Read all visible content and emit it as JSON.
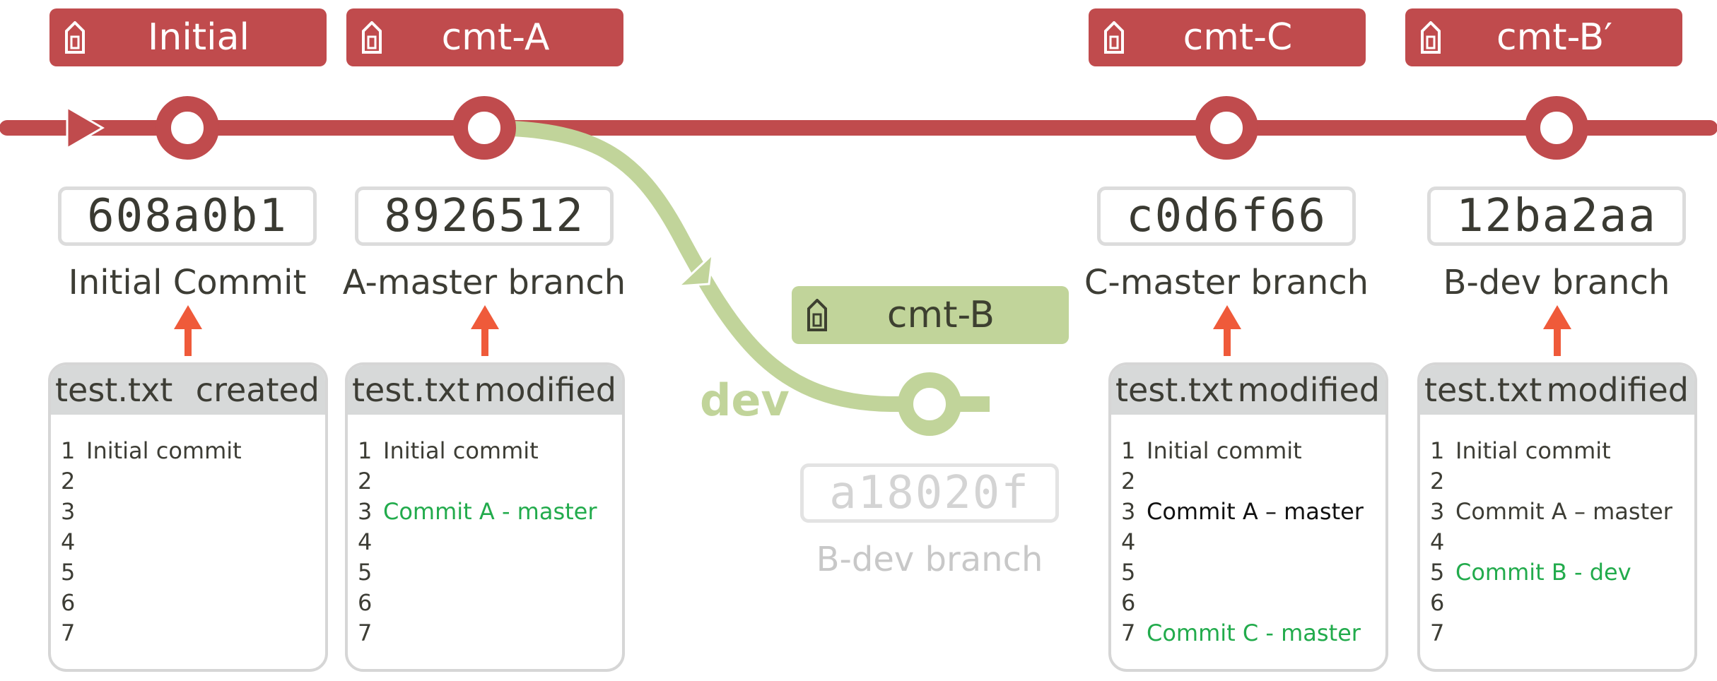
{
  "colors": {
    "master": "#c04b4d",
    "dev": "#c1d49a",
    "arrow": "#ef5a3a",
    "added_line": "#22ab4c"
  },
  "icons": {
    "tag": "tag-icon",
    "pointer": "up-arrow-icon"
  },
  "tags": [
    {
      "label": "Initial"
    },
    {
      "label": "cmt-A"
    },
    {
      "label": "cmt-C"
    },
    {
      "label": "cmt-B′"
    },
    {
      "label": "cmt-B"
    }
  ],
  "branch_label": "dev",
  "commits": [
    {
      "hash": "608a0b1",
      "label": "Initial Commit"
    },
    {
      "hash": "8926512",
      "label": "A-master branch"
    },
    {
      "hash": "a18020f",
      "label": "B-dev branch"
    },
    {
      "hash": "c0d6f66",
      "label": "C-master branch"
    },
    {
      "hash": "12ba2aa",
      "label": "B-dev branch"
    }
  ],
  "files": [
    {
      "name": "test.txt",
      "status": "created",
      "lines": [
        {
          "n": "1",
          "text": "Initial commit"
        },
        {
          "n": "2",
          "text": ""
        },
        {
          "n": "3",
          "text": ""
        },
        {
          "n": "4",
          "text": ""
        },
        {
          "n": "5",
          "text": ""
        },
        {
          "n": "6",
          "text": ""
        },
        {
          "n": "7",
          "text": ""
        }
      ]
    },
    {
      "name": "test.txt",
      "status": "modified",
      "lines": [
        {
          "n": "1",
          "text": "Initial commit"
        },
        {
          "n": "2",
          "text": ""
        },
        {
          "n": "3",
          "text": "Commit A - master"
        },
        {
          "n": "4",
          "text": ""
        },
        {
          "n": "5",
          "text": ""
        },
        {
          "n": "6",
          "text": ""
        },
        {
          "n": "7",
          "text": ""
        }
      ]
    },
    {
      "name": "test.txt",
      "status": "modified",
      "lines": [
        {
          "n": "1",
          "text": "Initial commit"
        },
        {
          "n": "2",
          "text": ""
        },
        {
          "n": "3",
          "text": "Commit A – master"
        },
        {
          "n": "4",
          "text": ""
        },
        {
          "n": "5",
          "text": ""
        },
        {
          "n": "6",
          "text": ""
        },
        {
          "n": "7",
          "text": "Commit C - master"
        }
      ]
    },
    {
      "name": "test.txt",
      "status": "modified",
      "lines": [
        {
          "n": "1",
          "text": "Initial commit"
        },
        {
          "n": "2",
          "text": ""
        },
        {
          "n": "3",
          "text": "Commit A – master"
        },
        {
          "n": "4",
          "text": ""
        },
        {
          "n": "5",
          "text": "Commit B - dev"
        },
        {
          "n": "6",
          "text": ""
        },
        {
          "n": "7",
          "text": ""
        }
      ]
    }
  ]
}
